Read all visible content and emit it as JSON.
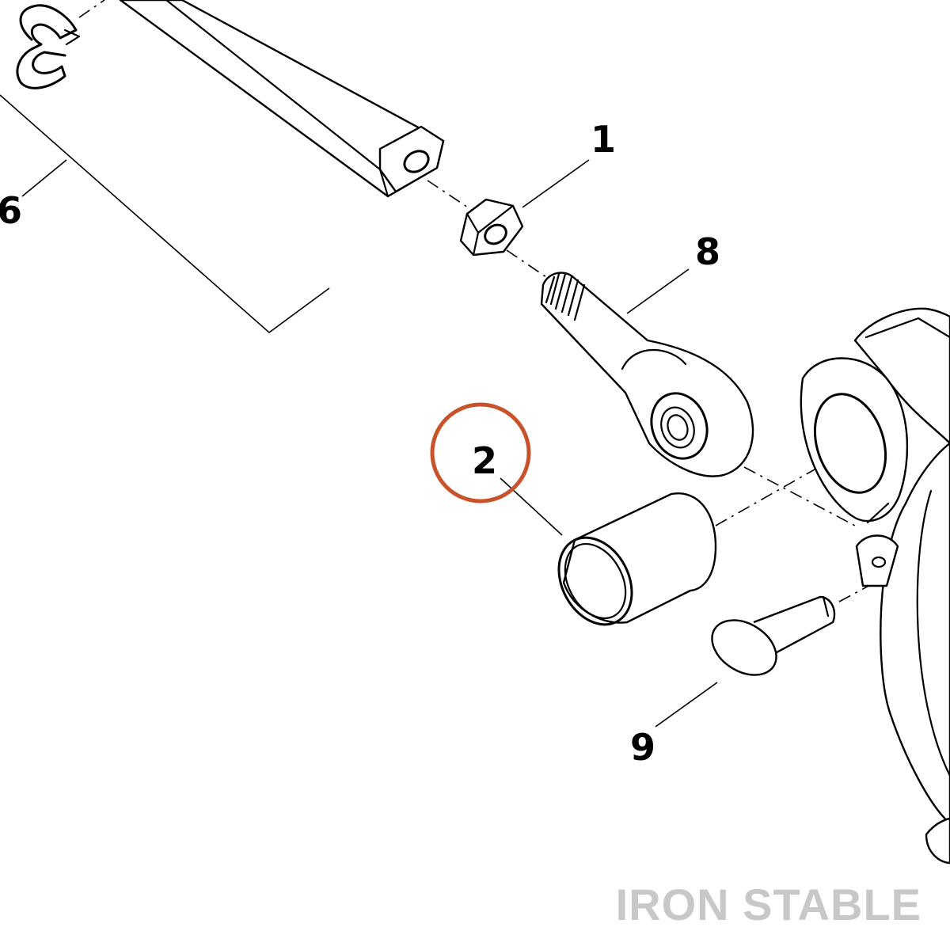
{
  "callouts": {
    "c1": "1",
    "c2": "2",
    "c6": "6",
    "c8": "8",
    "c9": "9"
  },
  "highlight": {
    "target": "2",
    "color": "#c8532a"
  },
  "watermark": "IRON STABLE"
}
